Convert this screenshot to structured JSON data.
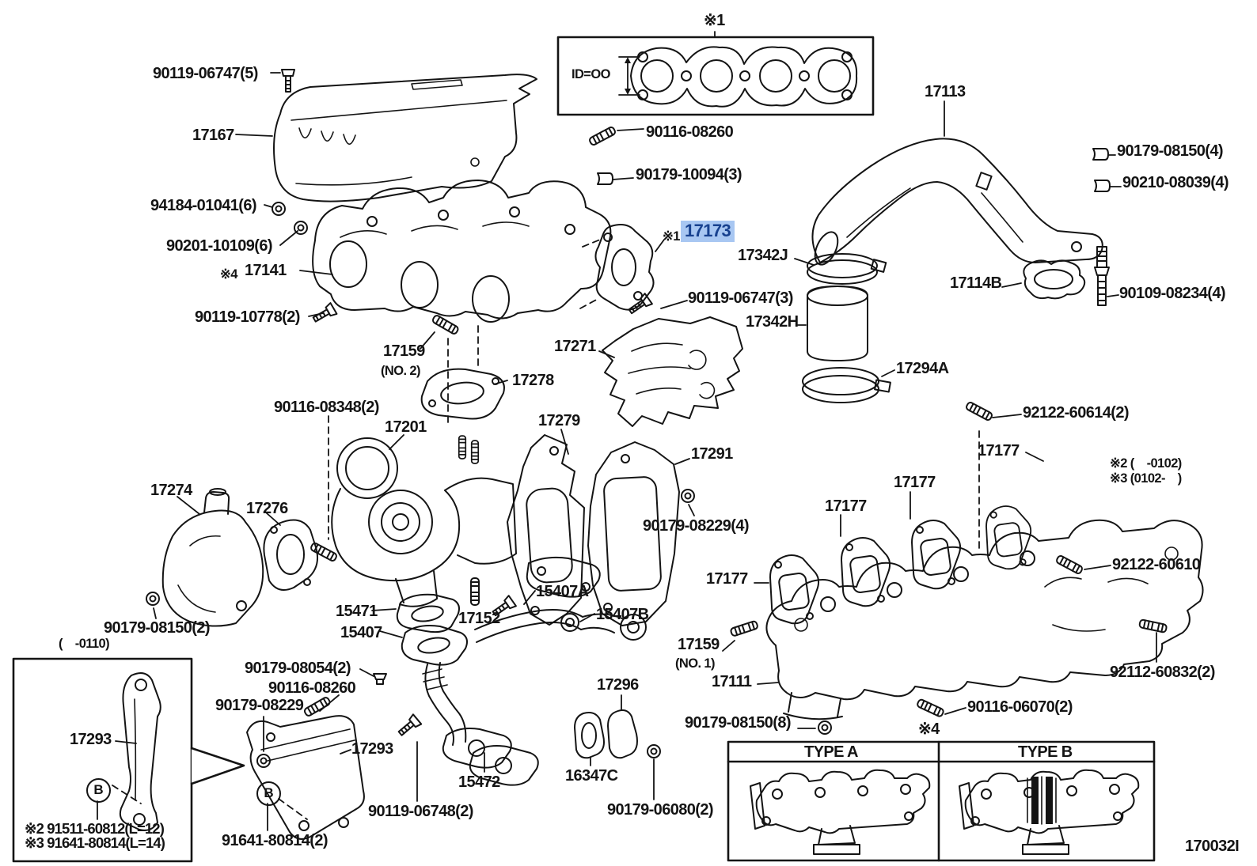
{
  "colors": {
    "line": "#141414",
    "highlight_bg": "#a8c7f2",
    "highlight_text": "#17418f"
  },
  "highlight": {
    "marker": "※1",
    "part_number": "17173"
  },
  "labels": [
    "90119-06747(5)",
    "17167",
    "94184-01041(6)",
    "90201-10109(6)",
    "※4",
    "17141",
    "90119-10778(2)",
    "17159",
    "(NO. 2)",
    "17278",
    "90116-08348(2)",
    "17201",
    "17274",
    "17276",
    "90179-08150(2)",
    "15471",
    "15407",
    "17152",
    "15407A",
    "15407B",
    "90116-08260",
    "90179-10094(3)",
    "※1",
    "17173",
    "17342J",
    "90119-06747(3)",
    "17342H",
    "17271",
    "17279",
    "17291",
    "90179-08229(4)",
    "17113",
    "90179-08150(4)",
    "90210-08039(4)",
    "17114B",
    "90109-08234(4)",
    "17294A",
    "92122-60614(2)",
    "17177",
    "※2 (　-0102)",
    "※3 (0102-　)",
    "17177",
    "17177",
    "17177",
    "92122-60610",
    "17159",
    "(NO. 1)",
    "17111",
    "90179-08150(8)",
    "90116-06070(2)",
    "92112-60832(2)",
    "17296",
    "16347C",
    "90179-06080(2)",
    "※4",
    "(　-0110)",
    "17293",
    "※2 91511-60812(L=12)",
    "※3 91641-80814(L=14)",
    "90179-08054(2)",
    "90116-08260",
    "90179-08229",
    "17293",
    "91641-80814(2)",
    "90119-06748(2)",
    "15472",
    "TYPE A",
    "TYPE B",
    "※1",
    "ID=OO",
    "170032I",
    "B",
    "B"
  ]
}
